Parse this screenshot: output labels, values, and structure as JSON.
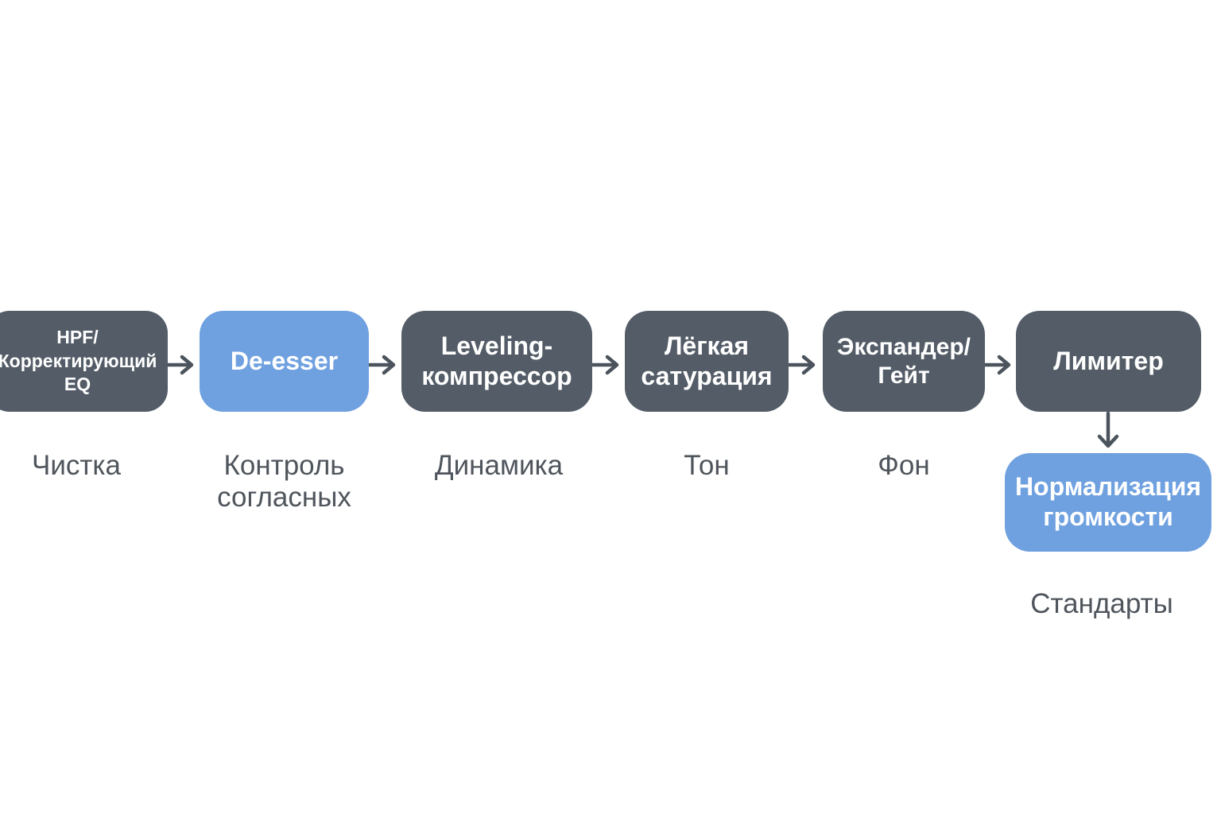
{
  "colors": {
    "dark_node": "#535c67",
    "accent_node": "#6fa1e0",
    "arrow": "#4b535c",
    "caption_text": "#4f555c",
    "background": "#ffffff"
  },
  "stages": [
    {
      "id": "hpf-eq",
      "label": "HPF/\nКорректирующий\nEQ",
      "caption": "Чистка",
      "style": "dark"
    },
    {
      "id": "de-esser",
      "label": "De-esser",
      "caption": "Контроль\nсогласных",
      "style": "accent"
    },
    {
      "id": "leveling-compressor",
      "label": "Leveling-\nкомпрессор",
      "caption": "Динамика",
      "style": "dark"
    },
    {
      "id": "light-saturation",
      "label": "Лёгкая\nсатурация",
      "caption": "Тон",
      "style": "dark"
    },
    {
      "id": "expander-gate",
      "label": "Экспандер/\nГейт",
      "caption": "Фон",
      "style": "dark"
    },
    {
      "id": "limiter",
      "label": "Лимитер",
      "caption": "",
      "style": "dark"
    },
    {
      "id": "loudness-normalization",
      "label": "Нормализация\nгромкости",
      "caption": "Стандарты",
      "style": "accent"
    }
  ],
  "connections": [
    {
      "from": "hpf-eq",
      "to": "de-esser",
      "direction": "right"
    },
    {
      "from": "de-esser",
      "to": "leveling-compressor",
      "direction": "right"
    },
    {
      "from": "leveling-compressor",
      "to": "light-saturation",
      "direction": "right"
    },
    {
      "from": "light-saturation",
      "to": "expander-gate",
      "direction": "right"
    },
    {
      "from": "expander-gate",
      "to": "limiter",
      "direction": "right"
    },
    {
      "from": "limiter",
      "to": "loudness-normalization",
      "direction": "down"
    }
  ]
}
